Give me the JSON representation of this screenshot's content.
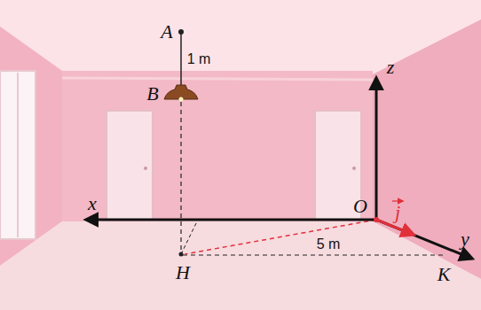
{
  "diagram": {
    "labels": [
      "A",
      "1 m",
      "B",
      "z",
      "x",
      "O",
      "j",
      "y",
      "H",
      "5 m",
      "K"
    ]
  }
}
